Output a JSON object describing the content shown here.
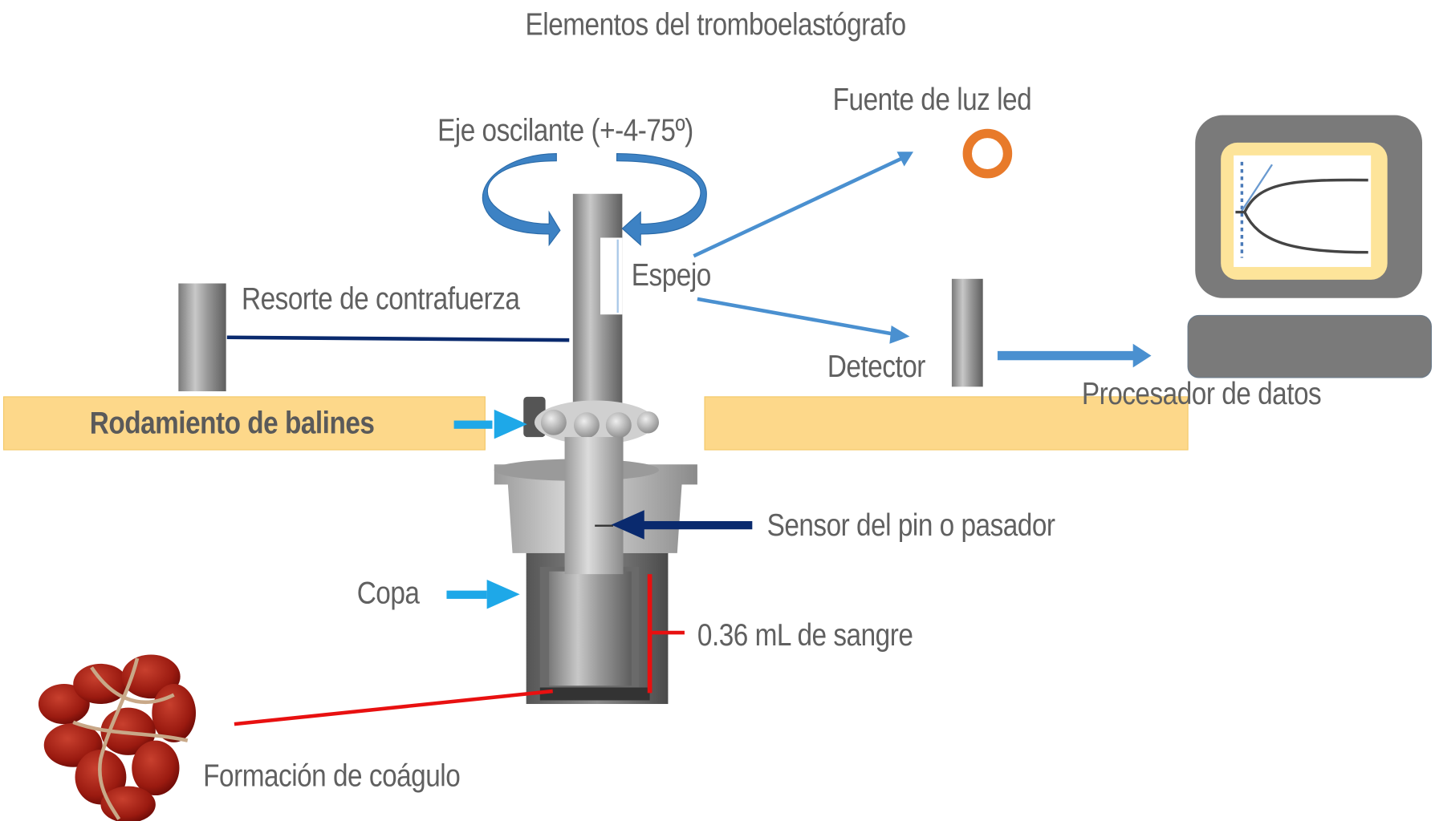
{
  "title": "Elementos del tromboelastógrafo",
  "labels": {
    "oscillating_axis": "Eje oscilante (+-4-75º)",
    "led_source": "Fuente de luz led",
    "mirror": "Espejo",
    "counterforce_spring": "Resorte de contrafuerza",
    "detector": "Detector",
    "data_processor": "Procesador de datos",
    "ball_bearing": "Rodamiento de balines",
    "pin_sensor": "Sensor del pin o pasador",
    "cup": "Copa",
    "blood_volume": "0.36 mL de sangre",
    "clot_formation": "Formación de coágulo"
  },
  "colors": {
    "text": "#606060",
    "platform": "#fdd88a",
    "arrow_blue": "#4a90d0",
    "arrow_cyan": "#1ea8e8",
    "arrow_navy": "#0a2a6e",
    "blood_red": "#e81010",
    "monitor_gray": "#7a7a7a",
    "screen_frame": "#fde49a",
    "led_orange": "#e87a2a"
  },
  "icons": [
    "rotation-arrow-icon",
    "led-ring-icon",
    "monitor-icon",
    "keyboard-icon",
    "clot-icon"
  ]
}
